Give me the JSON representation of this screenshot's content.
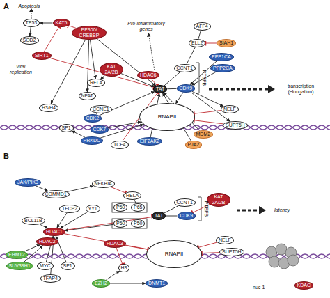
{
  "diagram": {
    "nodes": [
      {
        "text": [
          "TP53"
        ]
      },
      {
        "text": [
          "KAT5"
        ]
      },
      {
        "text": [
          "SOD2"
        ]
      },
      {
        "text": [
          "SIRT1"
        ]
      },
      {
        "text": [
          "EP300/ CREBBP"
        ]
      },
      {
        "text": [
          "KAT 2A/2B"
        ]
      },
      {
        "text": [
          "HDAC6"
        ]
      },
      {
        "text": [
          "AFF4"
        ]
      },
      {
        "text": [
          "ELL2"
        ]
      },
      {
        "text": [
          "SIAH1"
        ]
      },
      {
        "text": [
          "PPP1CA"
        ]
      },
      {
        "text": [
          "PPP2CA"
        ]
      },
      {
        "text": [
          "CCNT1"
        ]
      },
      {
        "text": [
          "TAT"
        ]
      },
      {
        "text": [
          "CDK9"
        ]
      },
      {
        "text": [
          "RELA"
        ]
      },
      {
        "text": [
          "NFAT"
        ]
      },
      {
        "text": [
          "CCNE1"
        ]
      },
      {
        "text": [
          "CDK2"
        ]
      },
      {
        "text": [
          "CDK7"
        ]
      },
      {
        "text": [
          "H3/H4"
        ]
      },
      {
        "text": [
          "SP1"
        ]
      },
      {
        "text": [
          "PRKDC"
        ]
      },
      {
        "text": [
          "RNAPII"
        ]
      },
      {
        "text": [
          "NELF"
        ]
      },
      {
        "text": [
          "SUPT5H"
        ]
      },
      {
        "text": [
          "TCF4"
        ]
      },
      {
        "text": [
          "EIF2AK2"
        ]
      },
      {
        "text": [
          "MDM2"
        ]
      },
      {
        "text": [
          "PJA2"
        ]
      },
      {
        "text": [
          "JAK/PIK3"
        ]
      },
      {
        "text": [
          "COMMD1"
        ]
      },
      {
        "text": [
          "NFKBIA"
        ]
      },
      {
        "text": [
          "RELA"
        ]
      },
      {
        "text": [
          "P50"
        ]
      },
      {
        "text": [
          "P65"
        ]
      },
      {
        "text": [
          "P50"
        ]
      },
      {
        "text": [
          "P50"
        ]
      },
      {
        "text": [
          "TFCP2"
        ]
      },
      {
        "text": [
          "YY1"
        ]
      },
      {
        "text": [
          "BCL11B"
        ]
      },
      {
        "text": [
          "HDAC1"
        ]
      },
      {
        "text": [
          "HDAC2"
        ]
      },
      {
        "text": [
          "HDAC3"
        ]
      },
      {
        "text": [
          "EHMT2"
        ]
      },
      {
        "text": [
          "SUV39H1"
        ]
      },
      {
        "text": [
          "MYC"
        ]
      },
      {
        "text": [
          "SP1"
        ]
      },
      {
        "text": [
          "TFAP4"
        ]
      },
      {
        "text": [
          "H3"
        ]
      },
      {
        "text": [
          "EZH2"
        ]
      },
      {
        "text": [
          "DNMT1"
        ]
      },
      {
        "text": [
          "TAT"
        ]
      },
      {
        "text": [
          "CCNT1"
        ]
      },
      {
        "text": [
          "CDK9"
        ]
      },
      {
        "text": [
          "KAT 2A/2B"
        ]
      },
      {
        "text": [
          "NELF"
        ]
      },
      {
        "text": [
          "SUPT5H"
        ]
      },
      {
        "text": [
          "RNAPII"
        ]
      },
      {
        "text": [
          "KDAC"
        ]
      }
    ],
    "edges": [
      {
        "from": 1,
        "to": 0,
        "arrow": "to"
      },
      {
        "from": 3,
        "to": 1,
        "arrow": "to"
      },
      {
        "from": 0,
        "to": 2,
        "arrow": "to"
      },
      {
        "from": 3,
        "to": 13,
        "arrow": "to"
      },
      {
        "from": 4,
        "to": 1,
        "arrow": "to"
      },
      {
        "from": 4,
        "to": 13,
        "arrow": "to"
      },
      {
        "from": 4,
        "to": 15,
        "arrow": "to"
      },
      {
        "from": 4,
        "to": 16,
        "arrow": "to"
      },
      {
        "from": 4,
        "to": 20,
        "arrow": "to"
      },
      {
        "from": 5,
        "to": 13,
        "arrow": "to"
      },
      {
        "from": 5,
        "to": 15,
        "arrow": "to"
      },
      {
        "from": 6,
        "to": 13,
        "arrow": "to"
      },
      {
        "from": 7,
        "to": 8,
        "arrow": "none"
      },
      {
        "from": 9,
        "to": 8,
        "arrow": "to"
      },
      {
        "from": 8,
        "to": 12,
        "arrow": "none"
      },
      {
        "from": 10,
        "to": 14,
        "arrow": "to"
      },
      {
        "from": 11,
        "to": 14,
        "arrow": "to"
      },
      {
        "from": 13,
        "to": 12,
        "arrow": "none"
      },
      {
        "from": 13,
        "to": 14,
        "arrow": "none"
      },
      {
        "from": 14,
        "to": 23,
        "arrow": "to"
      },
      {
        "from": 14,
        "to": 24,
        "arrow": "to"
      },
      {
        "from": 24,
        "to": 23,
        "arrow": "to"
      },
      {
        "from": 14,
        "to": 25,
        "arrow": "to"
      },
      {
        "from": 25,
        "to": 23,
        "arrow": "to"
      },
      {
        "from": 17,
        "to": 18,
        "arrow": "none"
      },
      {
        "from": 18,
        "to": 13,
        "arrow": "to"
      },
      {
        "from": 19,
        "to": 23,
        "arrow": "to"
      },
      {
        "from": 22,
        "to": 21,
        "arrow": "to"
      },
      {
        "from": 22,
        "to": 23,
        "arrow": "to"
      },
      {
        "from": 26,
        "to": 13,
        "arrow": "to"
      },
      {
        "from": 27,
        "to": 13,
        "arrow": "to"
      },
      {
        "from": 28,
        "to": 13,
        "arrow": "to"
      },
      {
        "from": 29,
        "to": 13,
        "arrow": "to"
      },
      {
        "from": 30,
        "to": 31,
        "arrow": "to"
      },
      {
        "from": 31,
        "to": 32,
        "arrow": "to"
      },
      {
        "from": 32,
        "to": 33,
        "arrow": "to"
      },
      {
        "from": 33,
        "to": 35,
        "arrow": "none"
      },
      {
        "from": 38,
        "to": 41,
        "arrow": "to"
      },
      {
        "from": 39,
        "to": 41,
        "arrow": "to"
      },
      {
        "from": 40,
        "to": 41,
        "arrow": "to"
      },
      {
        "from": 36,
        "to": 41,
        "arrow": "to"
      },
      {
        "from": 41,
        "to": 52,
        "arrow": "to"
      },
      {
        "from": 43,
        "to": 49,
        "arrow": "to"
      },
      {
        "from": 44,
        "to": 42,
        "arrow": "to"
      },
      {
        "from": 45,
        "to": 42,
        "arrow": "to"
      },
      {
        "from": 46,
        "to": 41,
        "arrow": "to"
      },
      {
        "from": 47,
        "to": 41,
        "arrow": "to"
      },
      {
        "from": 48,
        "to": 41,
        "arrow": "to"
      },
      {
        "from": 50,
        "to": 49,
        "arrow": "to"
      },
      {
        "from": 50,
        "to": 51,
        "arrow": "to"
      },
      {
        "from": 52,
        "to": 53,
        "arrow": "none"
      },
      {
        "from": 52,
        "to": 54,
        "arrow": "none"
      },
      {
        "from": 55,
        "to": 54,
        "arrow": "to"
      },
      {
        "from": 56,
        "to": 58,
        "arrow": "to"
      },
      {
        "from": 57,
        "to": 58,
        "arrow": "to"
      },
      {
        "from": 41,
        "to": 58,
        "arrow": "to"
      },
      {
        "from": 43,
        "to": 58,
        "arrow": "to"
      }
    ],
    "labels": [
      "A",
      "Apoptosis",
      "viral replication",
      "Pro-inflammatory genes",
      "PTEFB",
      "transcription (elongation)",
      "B",
      "PTEFB",
      "latency",
      "nuc-1"
    ]
  }
}
